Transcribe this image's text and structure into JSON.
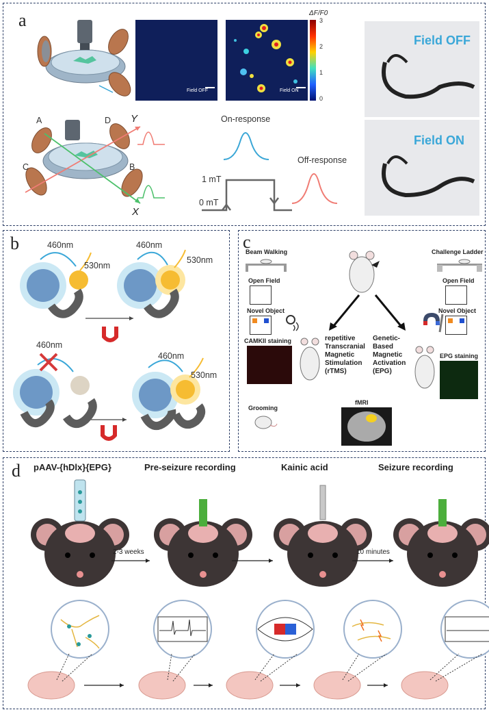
{
  "panel_a": {
    "label": "a",
    "scalebar_label": "ΔF/F0",
    "scalebar_ticks": [
      "3",
      "2",
      "1",
      "0"
    ],
    "img_off_label": "Field OFF",
    "img_on_label": "Field ON",
    "coils": [
      "A",
      "D",
      "C",
      "B"
    ],
    "axis_y": "Y",
    "axis_x": "X",
    "on_response": "On-response",
    "off_response": "Off-response",
    "field_high": "1 mT",
    "field_low": "0 mT",
    "photo_off": "Field OFF",
    "photo_on": "Field ON"
  },
  "panel_b": {
    "label": "b",
    "wl_460_1": "460nm",
    "wl_530_1": "530nm",
    "wl_460_2": "460nm",
    "wl_530_2": "530nm",
    "wl_460_3": "460nm",
    "wl_460_4": "460nm",
    "wl_530_4": "530nm"
  },
  "panel_c": {
    "label": "c",
    "beam_walking": "Beam Walking",
    "open_field_left": "Open Field",
    "novel_object_left": "Novel Object",
    "camkii": "CAMKII staining",
    "grooming": "Grooming",
    "challenge_ladder": "Challenge Ladder",
    "open_field_right": "Open Field",
    "novel_object_right": "Novel Object",
    "epg_staining": "EPG staining",
    "rtms": [
      "repetitive",
      "Transcranial",
      "Magnetic",
      "Stimulation",
      "(rTMS)"
    ],
    "epg": [
      "Genetic-",
      "Based",
      "Magnetic",
      "Activation",
      "(EPG)"
    ],
    "fmri": "fMRI"
  },
  "panel_d": {
    "label": "d",
    "step1": "pAAV-{hDlx}{EPG}",
    "step2": "Pre-seizure recording",
    "step3": "Kainic acid",
    "step4": "Seizure recording",
    "interval1": "2-3 weeks",
    "interval2": "10 minutes"
  },
  "colors": {
    "panel_border": "#2c3e66",
    "accent_cyan": "#3aa7d8",
    "off_response": "#f07c74",
    "on_response": "#39a6d6",
    "green_response": "#4cc06b",
    "fluor_yellow": "#f5b320",
    "mouse_dark": "#3d3535",
    "magnet_red": "#d62a2a"
  }
}
